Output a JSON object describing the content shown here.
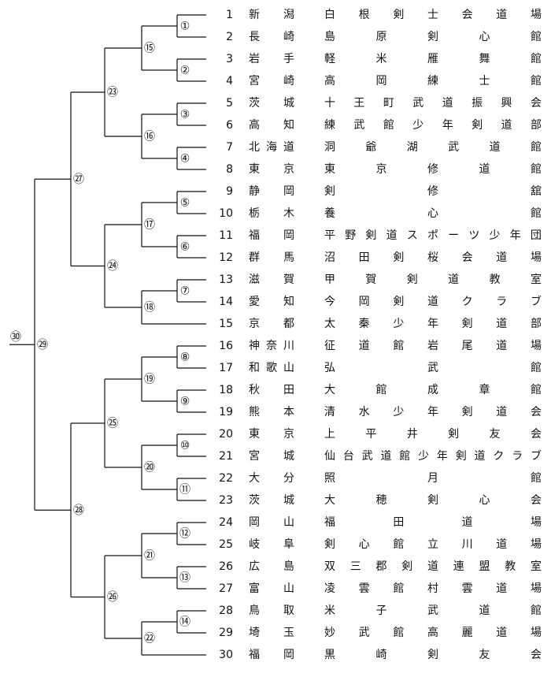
{
  "teams": [
    {
      "seed": "1",
      "pref": "新潟",
      "club": "白根剣士会道場"
    },
    {
      "seed": "2",
      "pref": "長崎",
      "club": "島原剣心館"
    },
    {
      "seed": "3",
      "pref": "岩手",
      "club": "軽米雁舞館"
    },
    {
      "seed": "4",
      "pref": "宮崎",
      "club": "高岡練士館"
    },
    {
      "seed": "5",
      "pref": "茨城",
      "club": "十王町武道振興会"
    },
    {
      "seed": "6",
      "pref": "高知",
      "club": "練武館少年剣道部"
    },
    {
      "seed": "7",
      "pref": "北海道",
      "club": "洞爺湖武道館"
    },
    {
      "seed": "8",
      "pref": "東京",
      "club": "東京修道館"
    },
    {
      "seed": "9",
      "pref": "静岡",
      "club": "剣修舘"
    },
    {
      "seed": "10",
      "pref": "栃木",
      "club": "養心館"
    },
    {
      "seed": "11",
      "pref": "福岡",
      "club": "平野剣道スポーツ少年団"
    },
    {
      "seed": "12",
      "pref": "群馬",
      "club": "沼田剣桜会道場"
    },
    {
      "seed": "13",
      "pref": "滋賀",
      "club": "甲賀剣道教室"
    },
    {
      "seed": "14",
      "pref": "愛知",
      "club": "今岡剣道クラブ"
    },
    {
      "seed": "15",
      "pref": "京都",
      "club": "太秦少年剣道部"
    },
    {
      "seed": "16",
      "pref": "神奈川",
      "club": "征道館岩尾道場"
    },
    {
      "seed": "17",
      "pref": "和歌山",
      "club": "弘武館"
    },
    {
      "seed": "18",
      "pref": "秋田",
      "club": "大館成章館"
    },
    {
      "seed": "19",
      "pref": "熊本",
      "club": "清水少年剣道会"
    },
    {
      "seed": "20",
      "pref": "東京",
      "club": "上平井剣友会"
    },
    {
      "seed": "21",
      "pref": "宮城",
      "club": "仙台武道館少年剣道クラブ"
    },
    {
      "seed": "22",
      "pref": "大分",
      "club": "照月館"
    },
    {
      "seed": "23",
      "pref": "茨城",
      "club": "大穂剣心会"
    },
    {
      "seed": "24",
      "pref": "岡山",
      "club": "福田道場"
    },
    {
      "seed": "25",
      "pref": "岐阜",
      "club": "剣心館立川道場"
    },
    {
      "seed": "26",
      "pref": "広島",
      "club": "双三郡剣道連盟教室"
    },
    {
      "seed": "27",
      "pref": "富山",
      "club": "凌雲館村雲道場"
    },
    {
      "seed": "28",
      "pref": "鳥取",
      "club": "米子武道館"
    },
    {
      "seed": "29",
      "pref": "埼玉",
      "club": "妙武館高麗道場"
    },
    {
      "seed": "30",
      "pref": "福岡",
      "club": "黒崎剣友会"
    }
  ],
  "bracket_matches": [
    {
      "label": "①",
      "a": 0,
      "b": 1
    },
    {
      "label": "②",
      "a": 2,
      "b": 3
    },
    {
      "label": "③",
      "a": 4,
      "b": 5
    },
    {
      "label": "④",
      "a": 6,
      "b": 7
    },
    {
      "label": "⑤",
      "a": 8,
      "b": 9
    },
    {
      "label": "⑥",
      "a": 10,
      "b": 11
    },
    {
      "label": "⑦",
      "a": 12,
      "b": 13
    },
    {
      "label": "⑧",
      "a": 15,
      "b": 16
    },
    {
      "label": "⑨",
      "a": 17,
      "b": 18
    },
    {
      "label": "⑩",
      "a": 19,
      "b": 20
    },
    {
      "label": "⑪",
      "a": 21,
      "b": 22
    },
    {
      "label": "⑫",
      "a": 23,
      "b": 24
    },
    {
      "label": "⑬",
      "a": 25,
      "b": 26
    },
    {
      "label": "⑭",
      "a": 27,
      "b": 28
    },
    {
      "label": "⑮",
      "a": "m1",
      "b": "m2"
    },
    {
      "label": "⑯",
      "a": "m3",
      "b": "m4"
    },
    {
      "label": "⑰",
      "a": "m5",
      "b": "m6"
    },
    {
      "label": "⑱",
      "a": "m7",
      "b": 14
    },
    {
      "label": "⑲",
      "a": "m8",
      "b": "m9"
    },
    {
      "label": "⑳",
      "a": "m10",
      "b": "m11"
    },
    {
      "label": "㉑",
      "a": "m12",
      "b": "m13"
    },
    {
      "label": "㉒",
      "a": "m14",
      "b": 29
    },
    {
      "label": "㉓",
      "a": "m15",
      "b": "m16"
    },
    {
      "label": "㉔",
      "a": "m17",
      "b": "m18"
    },
    {
      "label": "㉕",
      "a": "m19",
      "b": "m20"
    },
    {
      "label": "㉖",
      "a": "m21",
      "b": "m22"
    },
    {
      "label": "㉗",
      "a": "m23",
      "b": "m24"
    },
    {
      "label": "㉘",
      "a": "m25",
      "b": "m26"
    },
    {
      "label": "㉙",
      "a": "m27",
      "b": "m28"
    },
    {
      "label": "㉚",
      "a": "m29",
      "b": null
    }
  ]
}
